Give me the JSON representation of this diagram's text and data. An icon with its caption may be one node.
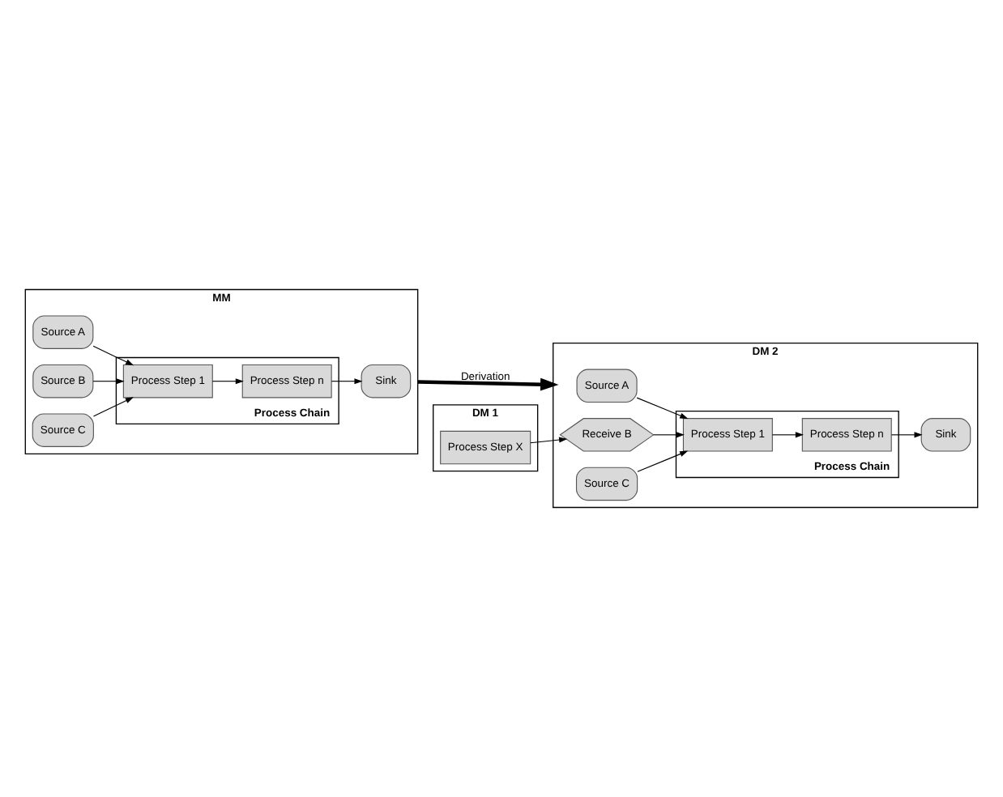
{
  "diagram": {
    "nodes": [
      {
        "text": [
          "MM"
        ]
      },
      {
        "text": [
          "Source A"
        ],
        "in": 0
      },
      {
        "text": [
          "Source B"
        ],
        "in": 0
      },
      {
        "text": [
          "Source C"
        ],
        "in": 0
      },
      {
        "text": [
          "Process Chain"
        ],
        "in": 0
      },
      {
        "text": [
          "Process Step 1"
        ],
        "in": 4
      },
      {
        "text": [
          "Process Step n"
        ],
        "in": 4
      },
      {
        "text": [
          "Sink"
        ],
        "in": 0
      },
      {
        "text": [
          "DM 2"
        ]
      },
      {
        "text": [
          "Source A"
        ],
        "in": 8
      },
      {
        "text": [
          "Receive B"
        ],
        "in": 8
      },
      {
        "text": [
          "Source C"
        ],
        "in": 8
      },
      {
        "text": [
          "Process Chain"
        ],
        "in": 8
      },
      {
        "text": [
          "Process Step 1"
        ],
        "in": 12
      },
      {
        "text": [
          "Process Step n"
        ],
        "in": 12
      },
      {
        "text": [
          "Sink"
        ],
        "in": 8
      },
      {
        "text": [
          "DM 1"
        ]
      },
      {
        "text": [
          "Process Step X"
        ],
        "in": 16
      }
    ],
    "edges": [
      {
        "from": 1,
        "to": 5,
        "arrow": "to"
      },
      {
        "from": 2,
        "to": 5,
        "arrow": "to"
      },
      {
        "from": 3,
        "to": 5,
        "arrow": "to"
      },
      {
        "from": 5,
        "to": 6,
        "arrow": "to"
      },
      {
        "from": 6,
        "to": 7,
        "arrow": "to"
      },
      {
        "from": 0,
        "to": 8,
        "arrow": "to",
        "label": "Derivation",
        "style": "thick"
      },
      {
        "from": 9,
        "to": 13,
        "arrow": "to"
      },
      {
        "from": 10,
        "to": 13,
        "arrow": "to"
      },
      {
        "from": 11,
        "to": 13,
        "arrow": "to"
      },
      {
        "from": 13,
        "to": 14,
        "arrow": "to"
      },
      {
        "from": 14,
        "to": 15,
        "arrow": "to"
      },
      {
        "from": 17,
        "to": 10,
        "arrow": "to"
      }
    ]
  }
}
